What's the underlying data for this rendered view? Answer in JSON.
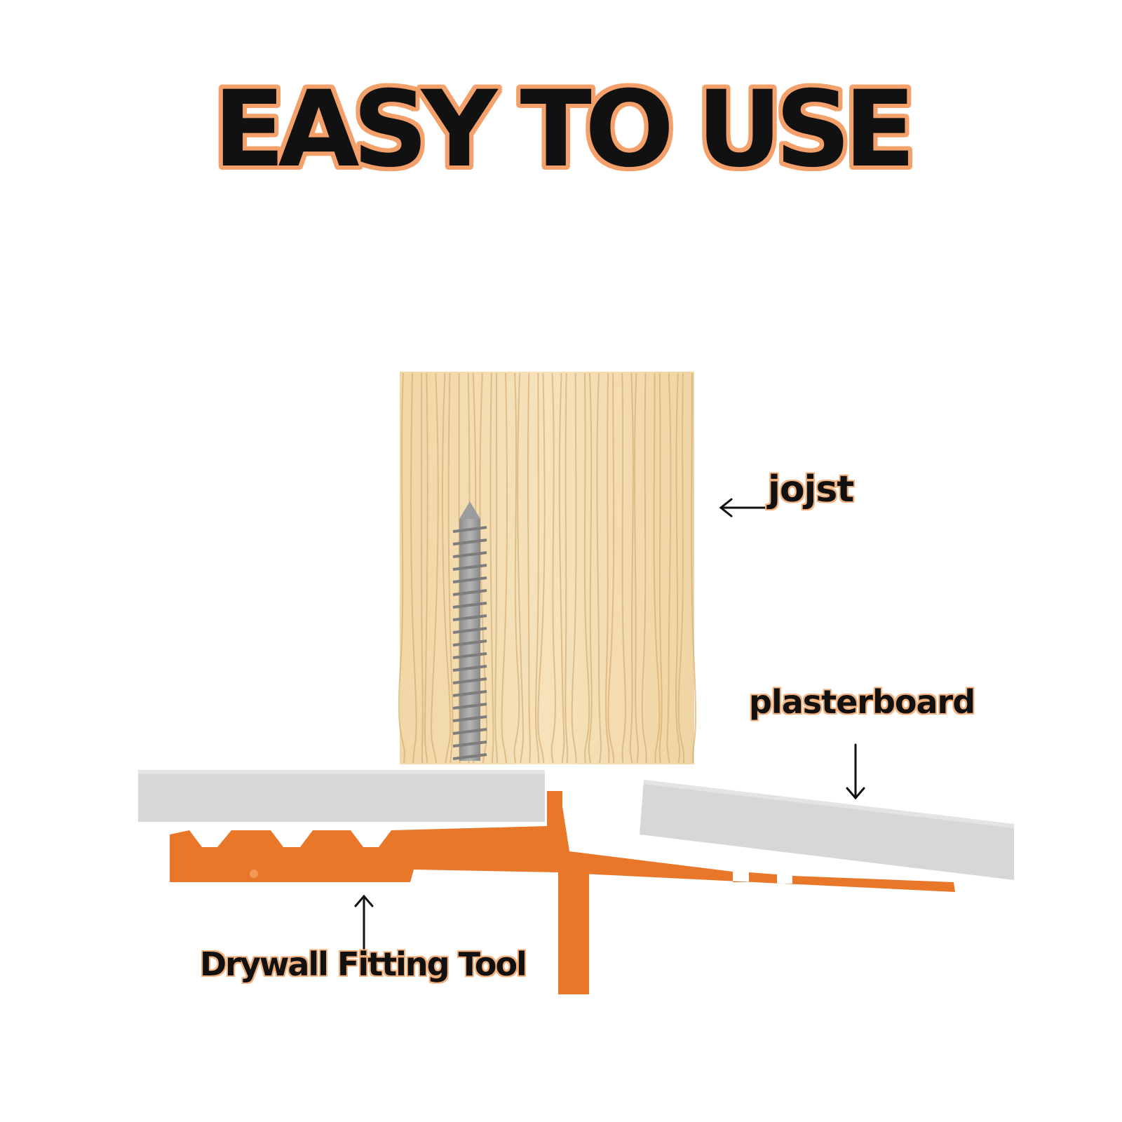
{
  "headline": "EASY TO USE",
  "labels": {
    "joist": "jojst",
    "plasterboard": "plasterboard",
    "tool": "Drywall Fitting Tool"
  },
  "colors": {
    "headline_text": "#111111",
    "headline_outline": "#f4a06a",
    "tool_orange": "#e9772a",
    "wood_light": "#f3ddb0",
    "wood_grain": "#dcb883",
    "board_grey": "#d9d6d9",
    "screw_grey": "#9a9a9a"
  },
  "icons": {
    "joist_arrow": "arrow-left-icon",
    "plasterboard_arrow": "arrow-down-icon",
    "tool_arrow": "arrow-up-icon"
  }
}
